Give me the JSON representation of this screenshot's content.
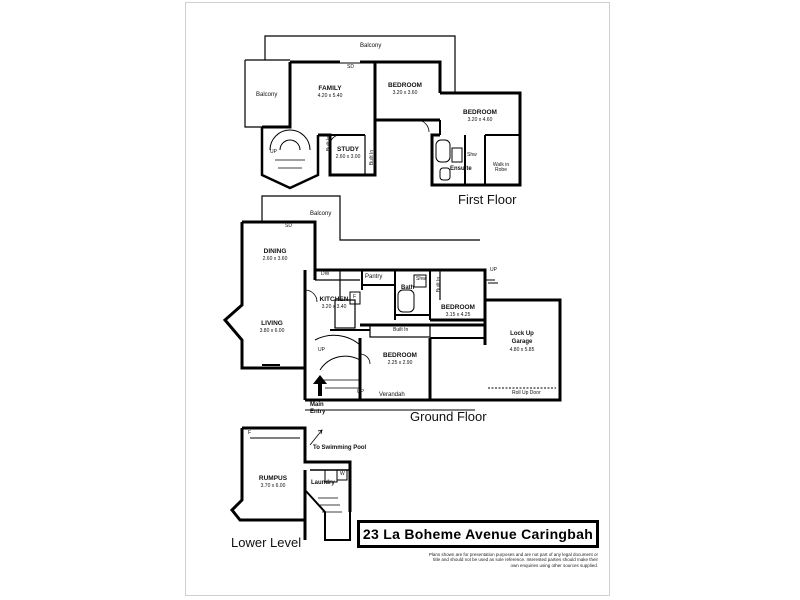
{
  "floors": {
    "first": "First Floor",
    "ground": "Ground Floor",
    "lower": "Lower Level"
  },
  "first_floor": {
    "balcony_top": "Balcony",
    "balcony_side": "Balcony",
    "family": {
      "name": "FAMILY",
      "dim": "4.20 x 5.40"
    },
    "bedroom1": {
      "name": "BEDROOM",
      "dim": "3.20 x 3.60"
    },
    "bedroom2": {
      "name": "BEDROOM",
      "dim": "3.20 x 4.60"
    },
    "study": {
      "name": "STUDY",
      "dim": "2.60 x 3.00"
    },
    "ensuite": "Ensuite",
    "walk_in_robe": "Walk in Robe",
    "shw": "Shw",
    "built_in_a": "Built In",
    "built_in_b": "Built In",
    "sd": "SD",
    "up": "UP"
  },
  "ground_floor": {
    "balcony": "Balcony",
    "sd": "SD",
    "dining": {
      "name": "DINING",
      "dim": "2.60 x 3.60"
    },
    "living": {
      "name": "LIVING",
      "dim": "3.80 x 6.00"
    },
    "kitchen": {
      "name": "KITCHEN",
      "dim": "3.20 x 3.40"
    },
    "pantry": "Pantry",
    "dw": "DW",
    "f": "F",
    "bath": "Bath",
    "shw": "Shw",
    "bedroom_a": {
      "name": "BEDROOM",
      "dim": "3.15 x 4.25"
    },
    "bedroom_b": {
      "name": "BEDROOM",
      "dim": "2.25 x 2.90"
    },
    "built_in_a": "Built In",
    "built_in_b": "Built In",
    "garage": {
      "name_line1": "Lock Up",
      "name_line2": "Garage",
      "dim": "4.80 x 5.85"
    },
    "roll_up_door": "Roll Up Door",
    "up_a": "UP",
    "up_b": "UP",
    "up_c": "UP",
    "verandah": "Verandah",
    "main_entry_line1": "Main",
    "main_entry_line2": "Entry"
  },
  "lower_level": {
    "f": "F",
    "to_pool": "To Swimming Pool",
    "rumpus": {
      "name": "RUMPUS",
      "dim": "3.70 x 6.00"
    },
    "laundry": "Laundry",
    "w": "W"
  },
  "address": "23  La Boheme Avenue  Caringbah",
  "disclaimer": "Plans shown are for presentation purposes and are not part of any legal document or title and should not be used as sole reference. Interested parties should make their own enquiries using other sources supplied."
}
